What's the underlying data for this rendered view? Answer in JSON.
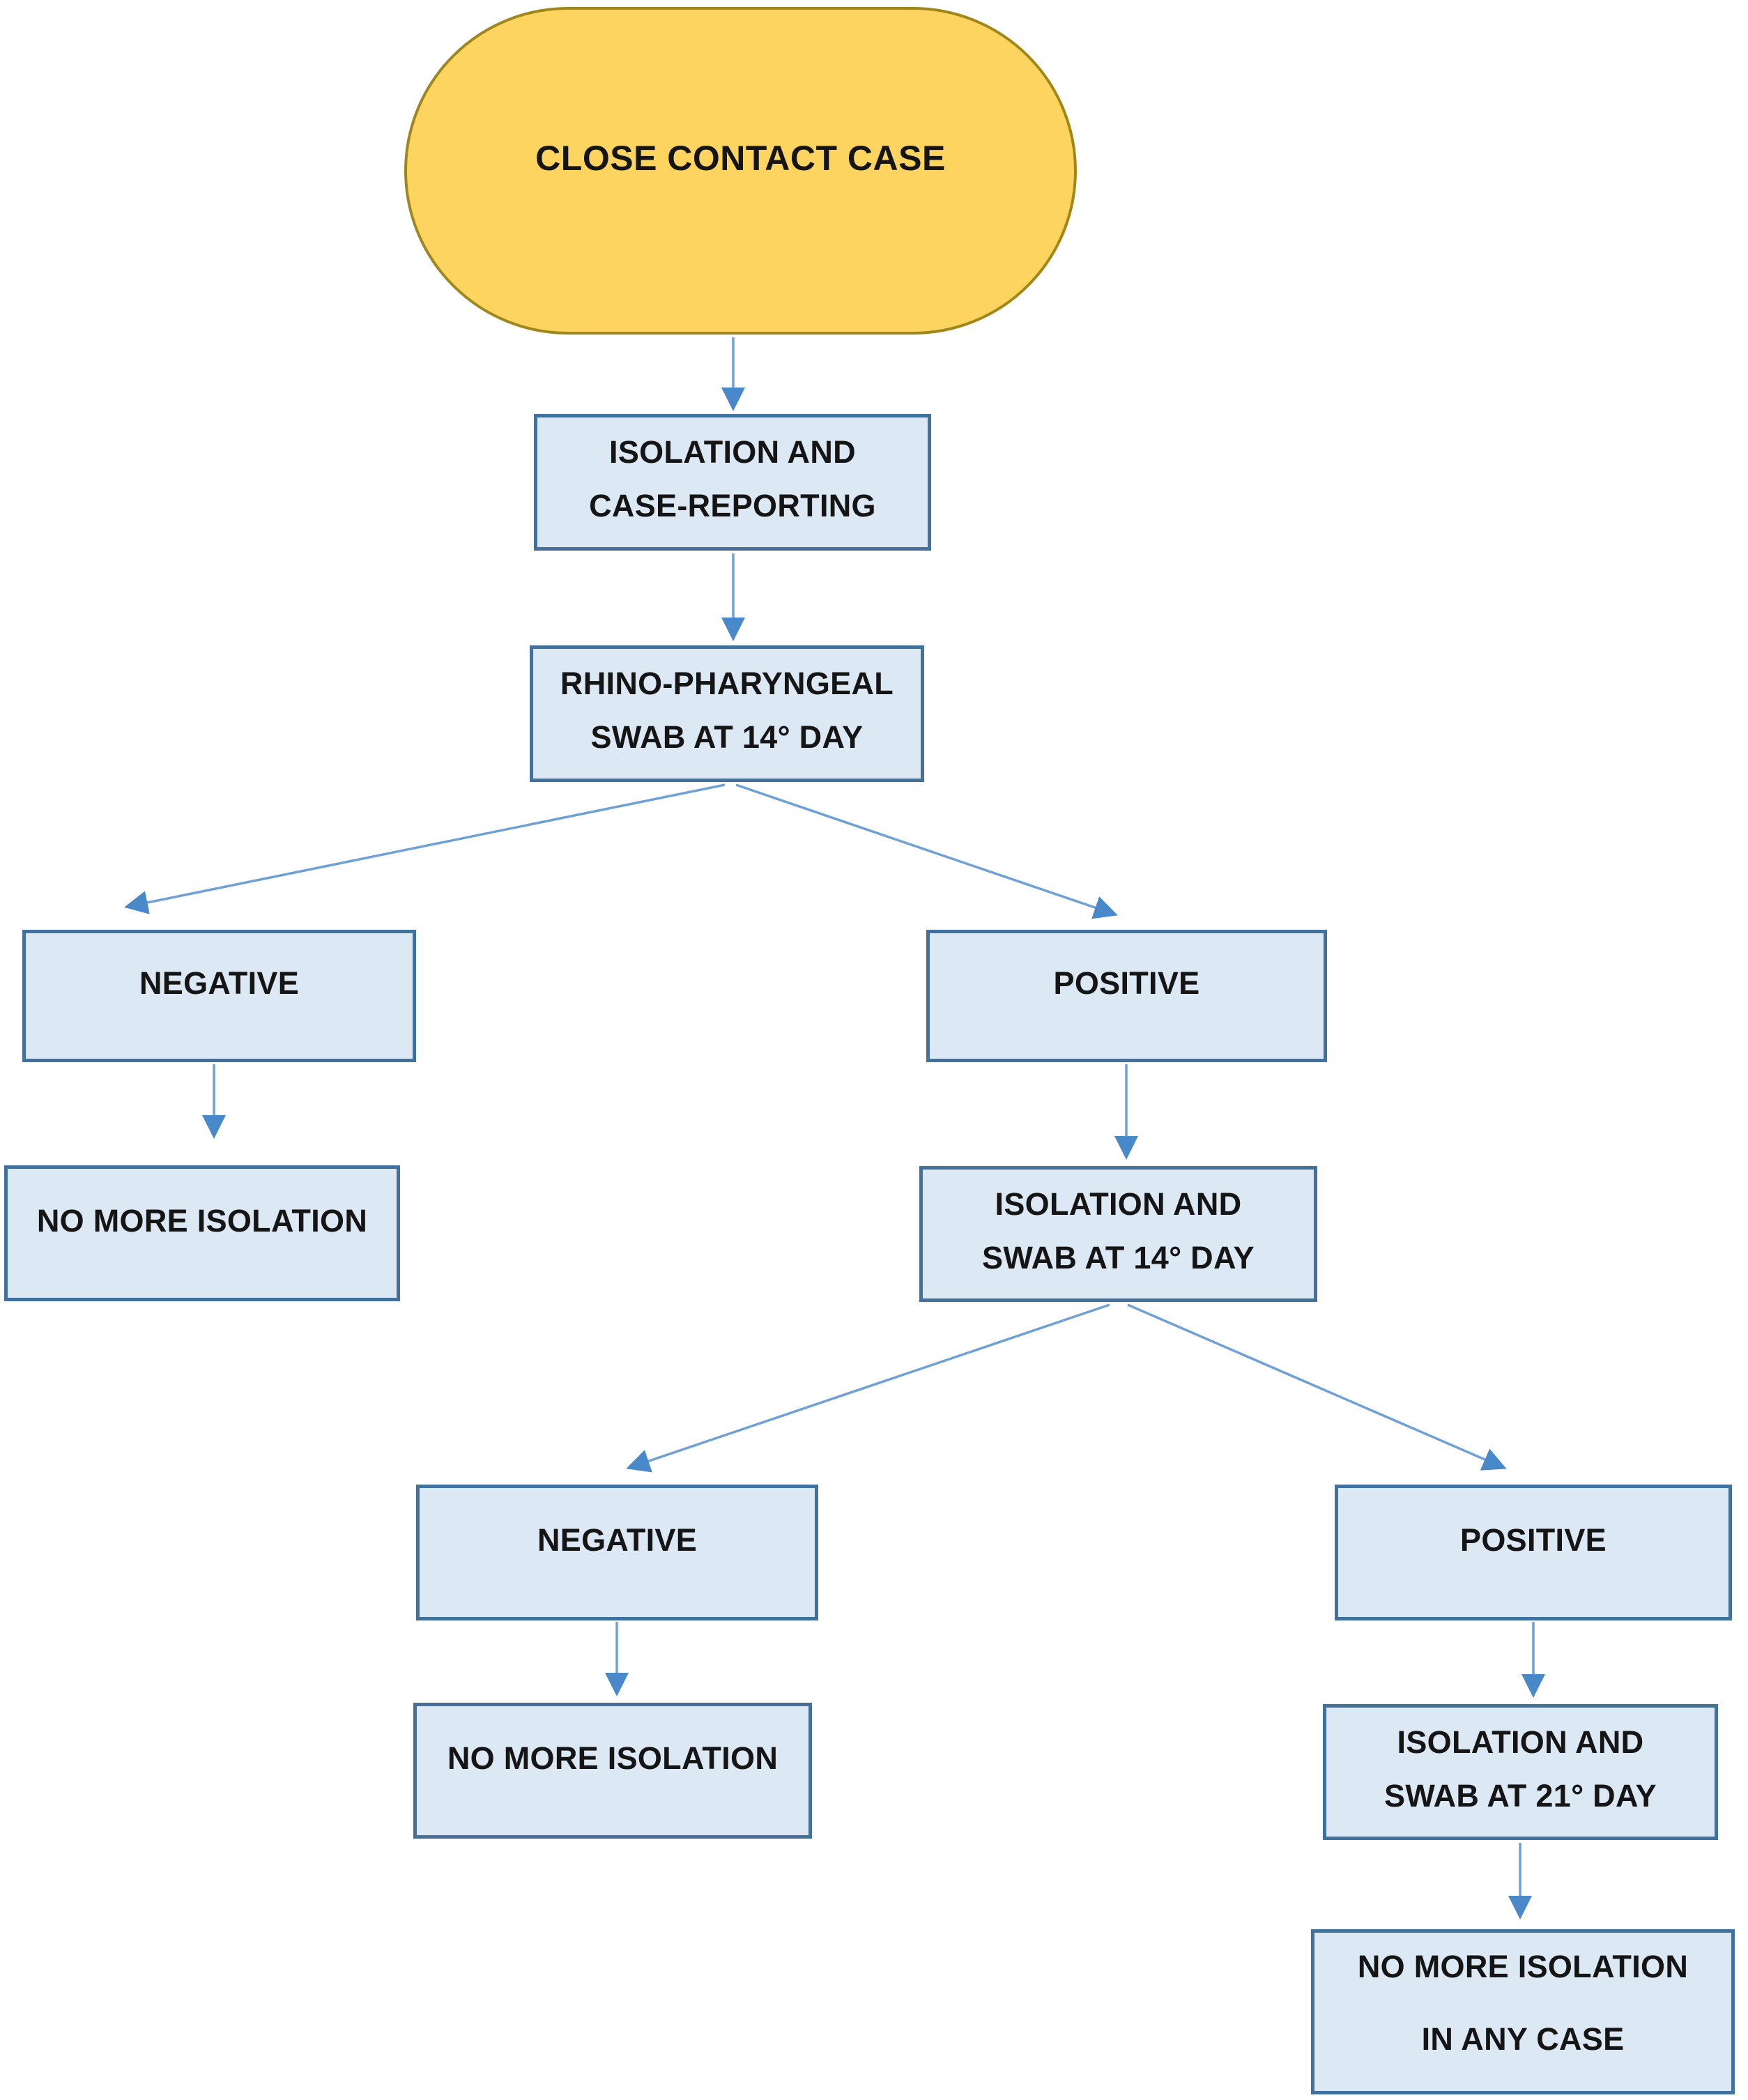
{
  "colors": {
    "stadium_fill": "#fcd45f",
    "stadium_border": "#a0871c",
    "box_fill": "#dce9f5",
    "box_border": "#41719c",
    "arrow_line": "#6fa0d6",
    "arrow_head": "#4a89c9",
    "text": "#151515"
  },
  "flowchart": {
    "nodes": {
      "start": {
        "label": "CLOSE CONTACT CASE"
      },
      "isolation_reporting": {
        "line1": "ISOLATION AND",
        "line2": "CASE-REPORTING"
      },
      "rhino_swab_14": {
        "line1": "RHINO-PHARYNGEAL",
        "line2": "SWAB AT 14° DAY"
      },
      "negative_1": {
        "label": "NEGATIVE"
      },
      "positive_1": {
        "label": "POSITIVE"
      },
      "no_more_isolation_1": {
        "label": "NO MORE ISOLATION"
      },
      "isolation_swab_14": {
        "line1": "ISOLATION AND",
        "line2": "SWAB AT 14° DAY"
      },
      "negative_2": {
        "label": "NEGATIVE"
      },
      "positive_2": {
        "label": "POSITIVE"
      },
      "no_more_isolation_2": {
        "label": "NO MORE ISOLATION"
      },
      "isolation_swab_21": {
        "line1": "ISOLATION AND",
        "line2": "SWAB AT 21° DAY"
      },
      "no_more_isolation_any": {
        "line1": "NO MORE ISOLATION",
        "line2": "IN ANY CASE"
      }
    }
  }
}
